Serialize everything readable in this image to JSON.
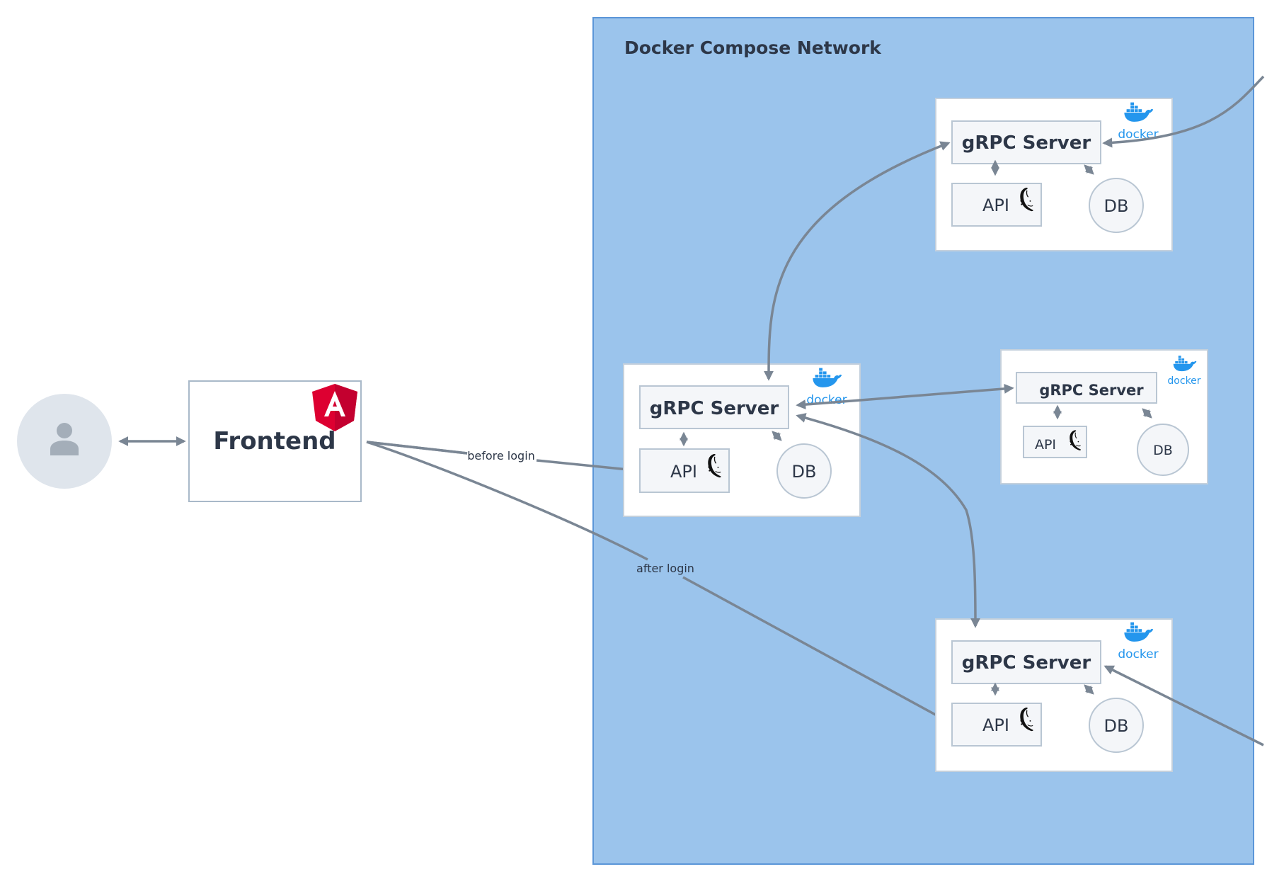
{
  "network": {
    "title": "Docker Compose Network"
  },
  "frontend": {
    "label": "Frontend",
    "logo_icon": "angular-logo"
  },
  "user": {
    "icon": "user-icon"
  },
  "service": {
    "server_label": "gRPC Server",
    "api_label": "API",
    "db_label": "DB",
    "docker_text": "docker",
    "docker_icon": "docker-logo",
    "flask_icon": "flask-logo"
  },
  "edges": {
    "before_login": "before login",
    "after_login": "after login"
  },
  "colors": {
    "network_bg": "#9bc4ec",
    "network_border": "#5b96d8",
    "edge": "#7a8694",
    "docker_blue": "#2496ed",
    "angular_red": "#dd0031",
    "avatar_bg": "#dfe5ec"
  }
}
